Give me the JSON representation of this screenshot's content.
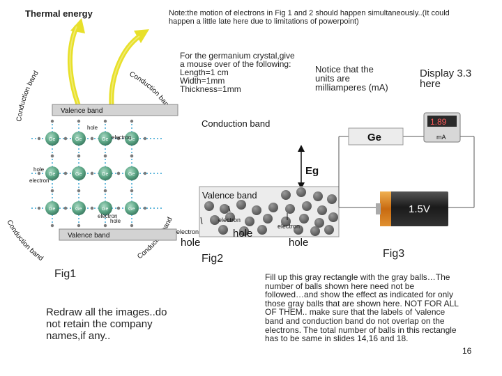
{
  "texts": {
    "thermal": "Thermal energy",
    "note": [
      "Note:the motion of electrons in Fig 1 and 2 should happen simultaneously..(It could",
      "happen a little late here due to limitations of powerpoint)"
    ],
    "germanium": [
      "For the germanium crystal,give",
      "a mouse over of the following:",
      "Length=1 cm",
      "Width=1mm",
      "Thickness=1mm"
    ],
    "units": [
      "Notice that the",
      "units are",
      "milliamperes (mA)"
    ],
    "display": [
      "Display 3.3",
      "here"
    ],
    "fig1_arc_top_left": "Conduction band",
    "fig1_arc_top_right": "Conduction band",
    "fig1_arc_bottom_left": "Conduction band",
    "fig1_arc_bottom_right": "Conduction band",
    "valence_top": "Valence band",
    "valence_bottom": "Valence band",
    "hole": "hole",
    "electron": "electron",
    "ge_atom": "Ge",
    "conduction_band": "Conduction band",
    "ge_box": "Ge",
    "eg": "Eg",
    "valence_band": "Valence band",
    "meter_reading": "1.89",
    "meter_unit": "mA",
    "battery": "1.5V",
    "fig2_electron_1": "electron",
    "fig2_electron_2": "electron",
    "fig2_electron_3": "electron",
    "fig2_hole_1": "hole",
    "fig2_hole_2": "hole",
    "fig2_hole_3": "hole",
    "fig1": "Fig1",
    "fig2": "Fig2",
    "fig3": "Fig3",
    "redraw": [
      "Redraw all the images..do",
      "not retain the company",
      "names,if any.."
    ],
    "fill": [
      "Fill up this gray rectangle with the gray balls…The",
      "number of balls shown here need not be",
      "followed…and show the effect  as indicated for only",
      "those gray balls that are shown here. NOT FOR ALL",
      "OF THEM.. make sure that the labels of 'valence",
      "band and conduction band do not overlap on the",
      "electrons. The total number of balls in this rectangle",
      "has to be same in slides 14,16 and 18."
    ],
    "page": "16"
  },
  "colors": {
    "arrow_yellow": "#e8e02a",
    "atom_green": "#5fa888",
    "atom_blue": "#2fa0d0",
    "ball_gray": "#707070",
    "battery_orange": "#e08a2a"
  }
}
